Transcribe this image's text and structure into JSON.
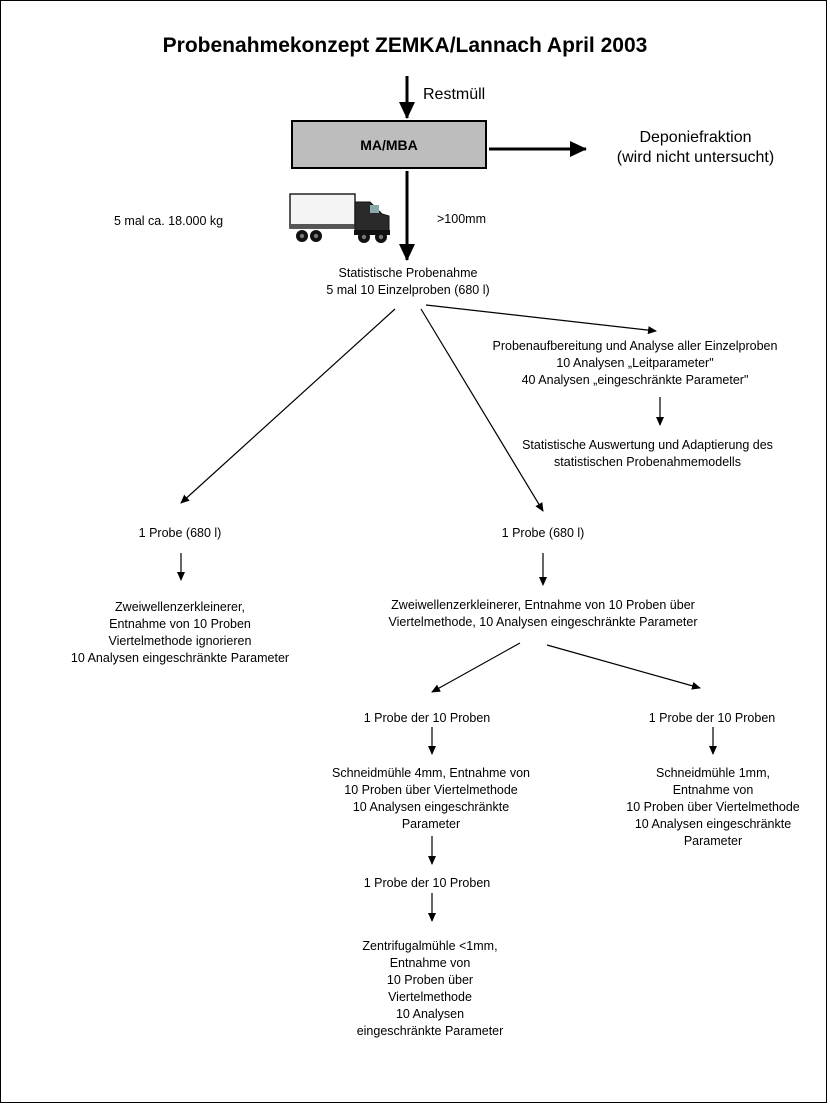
{
  "title": "Probenahmekonzept ZEMKA/Lannach April 2003",
  "nodes": {
    "restmuell": "Restmüll",
    "process": "MA/MBA",
    "deponiefraktion": "Deponiefraktion\n(wird nicht untersucht)",
    "truck_load": "5 mal ca. 18.000 kg",
    "oversize": ">100mm",
    "statistische": "Statistische Probenahme\n5 mal 10 Einzelproben (680 l)",
    "aufbereitung": "Probenaufbereitung und Analyse aller Einzelproben\n10 Analysen „Leitparameter\"\n40 Analysen „eingeschränkte Parameter\"",
    "auswertung": "Statistische Auswertung und Adaptierung des\nstatistischen Probenahmemodells",
    "probe_left": "1 Probe (680 l)",
    "probe_mid": "1 Probe (680 l)",
    "zweiwellen_left": "Zweiwellenzerkleinerer,\nEntnahme von 10 Proben\nViertelmethode ignorieren\n10 Analysen eingeschränkte Parameter",
    "zweiwellen_mid": "Zweiwellenzerkleinerer, Entnahme von 10 Proben über\nViertelmethode, 10 Analysen eingeschränkte Parameter",
    "probe10_a": "1 Probe der 10 Proben",
    "probe10_b": "1 Probe der 10 Proben",
    "schneid4": "Schneidmühle 4mm, Entnahme von\n10 Proben über Viertelmethode\n10 Analysen eingeschränkte\nParameter",
    "schneid1": "Schneidmühle 1mm,\nEntnahme von\n10 Proben über Viertelmethode\n10 Analysen eingeschränkte\nParameter",
    "probe10_c": "1 Probe der 10 Proben",
    "zentrifugal": "Zentrifugalmühle <1mm,\nEntnahme von\n10 Proben über\nViertelmethode\n10 Analysen\neingeschränkte Parameter"
  },
  "colors": {
    "box_fill": "#bdbdbd",
    "line": "#000000"
  },
  "icons": {
    "truck": "truck-icon"
  }
}
